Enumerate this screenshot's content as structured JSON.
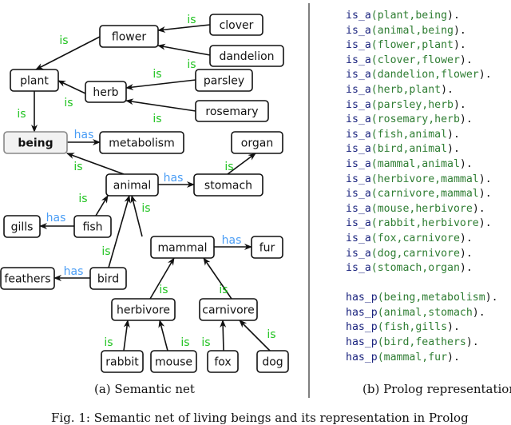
{
  "colors": {
    "is": "#22c322",
    "has": "#4a9df5",
    "predicate": "#1a237e",
    "args": "#2e7d32"
  },
  "net": {
    "nodes": {
      "clover": "clover",
      "flower": "flower",
      "dandelion": "dandelion",
      "plant": "plant",
      "herb": "herb",
      "parsley": "parsley",
      "rosemary": "rosemary",
      "being": "being",
      "metabolism": "metabolism",
      "organ": "organ",
      "animal": "animal",
      "stomach": "stomach",
      "fish": "fish",
      "gills": "gills",
      "mammal": "mammal",
      "fur": "fur",
      "feathers": "feathers",
      "bird": "bird",
      "herbivore": "herbivore",
      "carnivore": "carnivore",
      "rabbit": "rabbit",
      "mouse": "mouse",
      "fox": "fox",
      "dog": "dog"
    },
    "edges": [
      {
        "from": "clover",
        "to": "flower",
        "label": "is"
      },
      {
        "from": "dandelion",
        "to": "flower",
        "label": "is"
      },
      {
        "from": "flower",
        "to": "plant",
        "label": "is"
      },
      {
        "from": "parsley",
        "to": "herb",
        "label": "is"
      },
      {
        "from": "rosemary",
        "to": "herb",
        "label": "is"
      },
      {
        "from": "herb",
        "to": "plant",
        "label": "is"
      },
      {
        "from": "plant",
        "to": "being",
        "label": "is"
      },
      {
        "from": "being",
        "to": "metabolism",
        "label": "has"
      },
      {
        "from": "animal",
        "to": "being",
        "label": "is"
      },
      {
        "from": "animal",
        "to": "stomach",
        "label": "has"
      },
      {
        "from": "stomach",
        "to": "organ",
        "label": "is"
      },
      {
        "from": "fish",
        "to": "animal",
        "label": "is"
      },
      {
        "from": "fish",
        "to": "gills",
        "label": "has"
      },
      {
        "from": "mammal",
        "to": "animal",
        "label": "is"
      },
      {
        "from": "mammal",
        "to": "fur",
        "label": "has"
      },
      {
        "from": "bird",
        "to": "animal",
        "label": "is"
      },
      {
        "from": "bird",
        "to": "feathers",
        "label": "has"
      },
      {
        "from": "herbivore",
        "to": "mammal",
        "label": "is"
      },
      {
        "from": "carnivore",
        "to": "mammal",
        "label": "is"
      },
      {
        "from": "rabbit",
        "to": "herbivore",
        "label": "is"
      },
      {
        "from": "mouse",
        "to": "herbivore",
        "label": "is"
      },
      {
        "from": "fox",
        "to": "carnivore",
        "label": "is"
      },
      {
        "from": "dog",
        "to": "carnivore",
        "label": "is"
      }
    ]
  },
  "prolog": {
    "is_a": [
      [
        "plant",
        "being"
      ],
      [
        "animal",
        "being"
      ],
      [
        "flower",
        "plant"
      ],
      [
        "clover",
        "flower"
      ],
      [
        "dandelion",
        "flower"
      ],
      [
        "herb",
        "plant"
      ],
      [
        "parsley",
        "herb"
      ],
      [
        "rosemary",
        "herb"
      ],
      [
        "fish",
        "animal"
      ],
      [
        "bird",
        "animal"
      ],
      [
        "mammal",
        "animal"
      ],
      [
        "herbivore",
        "mammal"
      ],
      [
        "carnivore",
        "mammal"
      ],
      [
        "mouse",
        "herbivore"
      ],
      [
        "rabbit",
        "herbivore"
      ],
      [
        "fox",
        "carnivore"
      ],
      [
        "dog",
        "carnivore"
      ],
      [
        "stomach",
        "organ"
      ]
    ],
    "has_p": [
      [
        "being",
        "metabolism"
      ],
      [
        "animal",
        "stomach"
      ],
      [
        "fish",
        "gills"
      ],
      [
        "bird",
        "feathers"
      ],
      [
        "mammal",
        "fur"
      ]
    ]
  },
  "captions": {
    "a": "(a) Semantic net",
    "b": "(b) Prolog representation",
    "figure": "Fig. 1: Semantic net of living beings and its representation in Prolog"
  }
}
